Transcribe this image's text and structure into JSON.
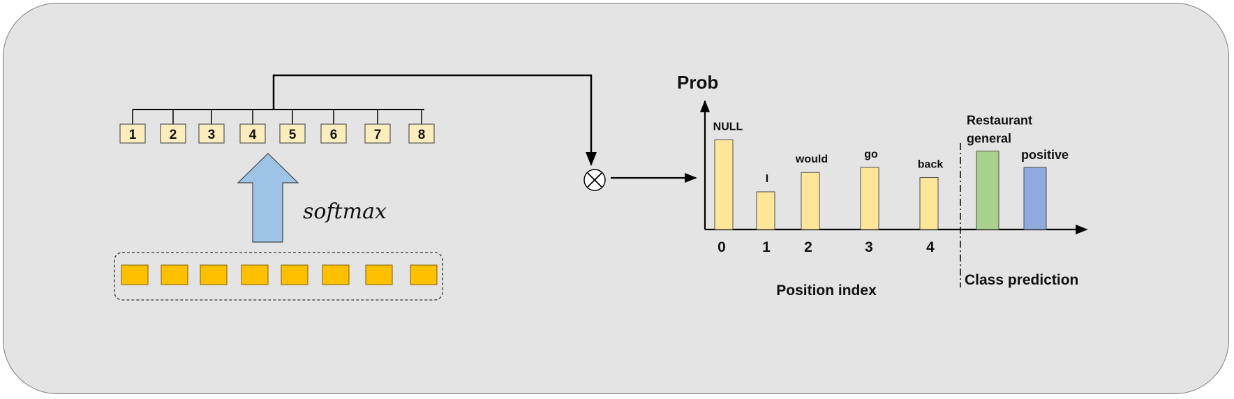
{
  "left": {
    "weight_labels": [
      "1",
      "2",
      "3",
      "4",
      "5",
      "6",
      "7",
      "8"
    ],
    "softmax_label": "softmax",
    "input_count": 8,
    "colors": {
      "weight_box": "#fdedbd",
      "input_box": "#ffc000",
      "arrow": "#9dc3e6"
    }
  },
  "operator_symbol": "⊗",
  "chart_data": {
    "type": "bar",
    "ylabel": "Prob",
    "position_section": {
      "xlabel": "Position index",
      "bars": [
        {
          "index": "0",
          "word": "NULL",
          "value": 0.88
        },
        {
          "index": "1",
          "word": "I",
          "value": 0.37
        },
        {
          "index": "2",
          "word": "would",
          "value": 0.56
        },
        {
          "index": "3",
          "word": "go",
          "value": 0.61
        },
        {
          "index": "4",
          "word": "back",
          "value": 0.51
        }
      ],
      "color": "#ffe699"
    },
    "class_section": {
      "xlabel": "Class prediction",
      "bars": [
        {
          "label": "Restaurant general",
          "label_lines": [
            "Restaurant",
            "general"
          ],
          "value": 0.77,
          "color": "#a9d18e"
        },
        {
          "label": "positive",
          "label_lines": [
            "positive"
          ],
          "value": 0.61,
          "color": "#8faadc"
        }
      ]
    }
  }
}
